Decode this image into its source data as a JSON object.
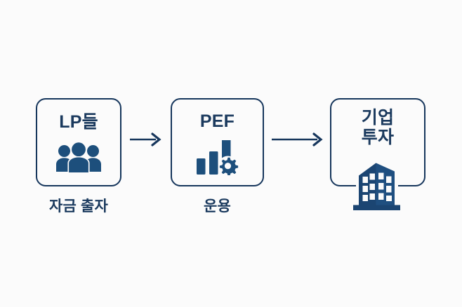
{
  "diagram": {
    "background_color": "#fbfbfb",
    "accent_color": "#16365c",
    "text_color": "#1b3a5e",
    "icon_color": "#1d4f7c",
    "steps": [
      {
        "id": "lp",
        "title": "LP들",
        "icon": "people-group-icon",
        "caption": "자금 출자"
      },
      {
        "id": "pef",
        "title": "PEF",
        "icon": "bar-chart-gear-icon",
        "caption": "운용"
      },
      {
        "id": "invest",
        "title": "기업\n투자",
        "icon": "office-building-icon",
        "caption": ""
      }
    ],
    "connectors": [
      {
        "id": "arrow-1",
        "from": "lp",
        "to": "pef",
        "icon": "arrow-right-icon"
      },
      {
        "id": "arrow-2",
        "from": "pef",
        "to": "invest",
        "icon": "arrow-right-icon"
      }
    ]
  }
}
